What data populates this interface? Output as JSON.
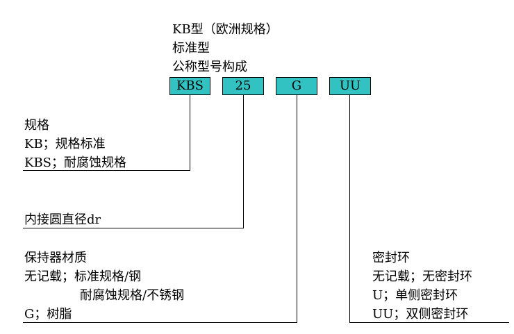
{
  "header": {
    "line1": "KB型（欧洲规格）",
    "line2": "标准型",
    "line3": "公称型号构成"
  },
  "code_boxes": [
    "KBS",
    "25",
    "G",
    "UU"
  ],
  "groups": {
    "spec": {
      "title": "规格",
      "items": [
        "KB；规格标准",
        "KBS；耐腐蚀规格"
      ]
    },
    "diameter": {
      "title": "内接圆直径dr"
    },
    "material": {
      "title": "保持器材质",
      "items": [
        "无记载；标准规格/钢",
        "耐腐蚀规格/不锈钢",
        "G；树脂"
      ]
    },
    "seal": {
      "title": "密封环",
      "items": [
        "无记载；无密封环",
        "U；单侧密封环",
        "UU；双侧密封环"
      ]
    }
  }
}
